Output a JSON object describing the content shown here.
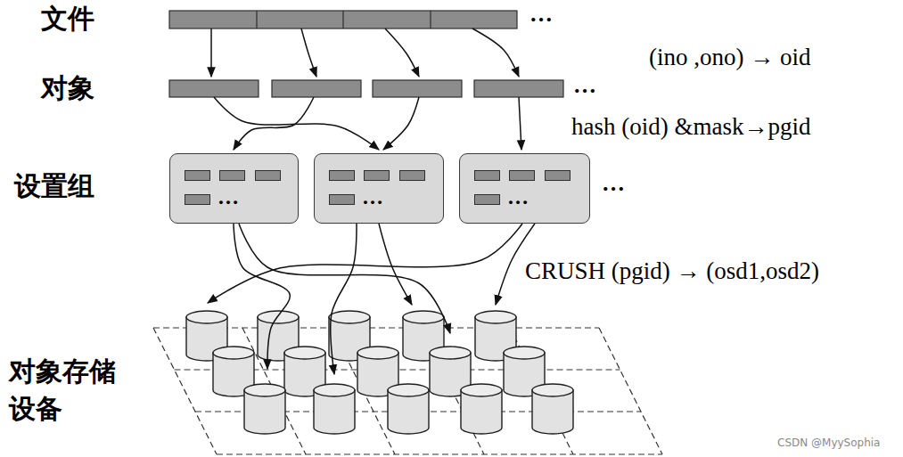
{
  "diagram": {
    "nodes": [
      {
        "text": [
          "…"
        ]
      },
      {
        "text": [
          "…"
        ]
      },
      {
        "text": [
          "…"
        ]
      }
    ],
    "labels": [
      "文件",
      "…",
      "(ino ,ono) → oid",
      "对象",
      "…",
      "hash (oid) &mask→pgid",
      "设置组",
      "…",
      "CRUSH (pgid) → (osd1,osd2)",
      "对象存储 设备",
      "CSDN @MyySophia"
    ]
  }
}
